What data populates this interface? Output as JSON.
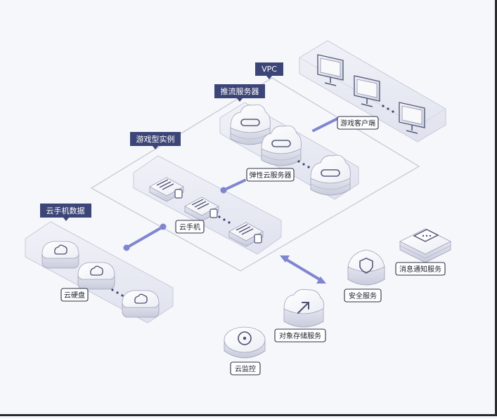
{
  "labels": {
    "vpc": "VPC",
    "stream_server": "推流服务器",
    "game_instance": "游戏型实例",
    "phone_data": "云手机数据",
    "game_client": "游戏客户端",
    "ecs": "弹性云服务器",
    "cloud_phone": "云手机",
    "cloud_disk": "云硬盘",
    "notify_service": "消息通知服务",
    "security_service": "安全服务",
    "object_storage": "对象存储服务",
    "cloud_monitor": "云监控"
  },
  "colors": {
    "dark_tag": "#3c4577",
    "accent_line": "#7f86cf",
    "panel_fill": "#e9ebf4",
    "panel_stroke": "#c7cadb",
    "frame_stroke": "#c9ccdb",
    "device_top": "#ffffff",
    "device_side": "#d8dbe8"
  },
  "icons": [
    "monitor-icon",
    "server-icon",
    "phone-icon",
    "cloud-disk-icon",
    "shield-icon",
    "upload-arrow-icon",
    "gauge-icon",
    "message-card-icon"
  ]
}
